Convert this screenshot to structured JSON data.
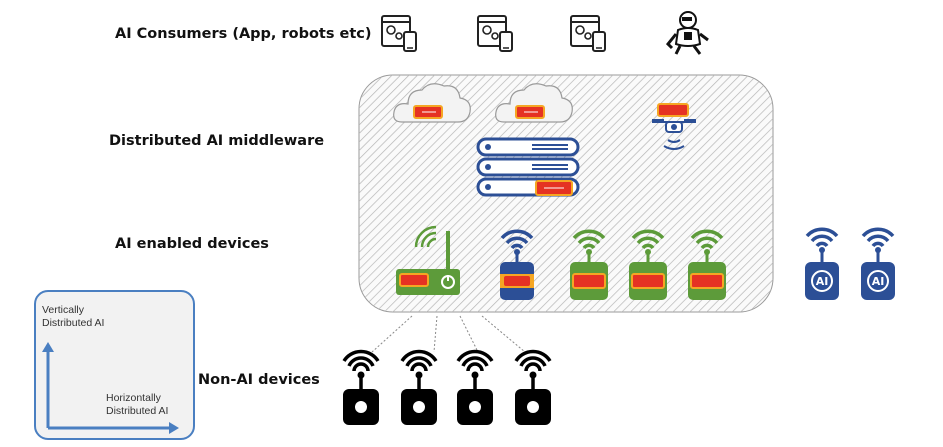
{
  "labels": {
    "consumers": "AI Consumers (App, robots etc)",
    "middleware": "Distributed AI middleware",
    "enabled_devices": "AI enabled devices",
    "non_ai_devices": "Non-AI devices"
  },
  "axes": {
    "vertical_line1": "Vertically",
    "vertical_line2": "Distributed AI",
    "horizontal_line1": "Horizontally",
    "horizontal_line2": "Distributed AI"
  },
  "badges": {
    "ai_device_1": "AI",
    "ai_device_2": "AI"
  },
  "colors": {
    "chip": "#e53223",
    "chip_border": "#f5a623",
    "blue": "#2c4f96",
    "green": "#5d9b3a",
    "cloud": "#f0f0f0",
    "axis": "#4a7fc1"
  },
  "icons": {
    "consumers": [
      "app-window-icon",
      "app-window-icon",
      "app-window-icon",
      "robot-icon"
    ],
    "middleware": [
      "cloud-icon",
      "cloud-icon",
      "drone-icon",
      "server-stack-icon"
    ],
    "enabled": [
      "wifi-router-icon",
      "blue-sensor-icon",
      "green-sensor-icon",
      "green-sensor-icon",
      "green-sensor-icon"
    ],
    "ai_devices": [
      "ai-device-icon",
      "ai-device-icon"
    ],
    "non_ai": [
      "sensor-icon",
      "sensor-icon",
      "sensor-icon",
      "sensor-icon"
    ]
  }
}
